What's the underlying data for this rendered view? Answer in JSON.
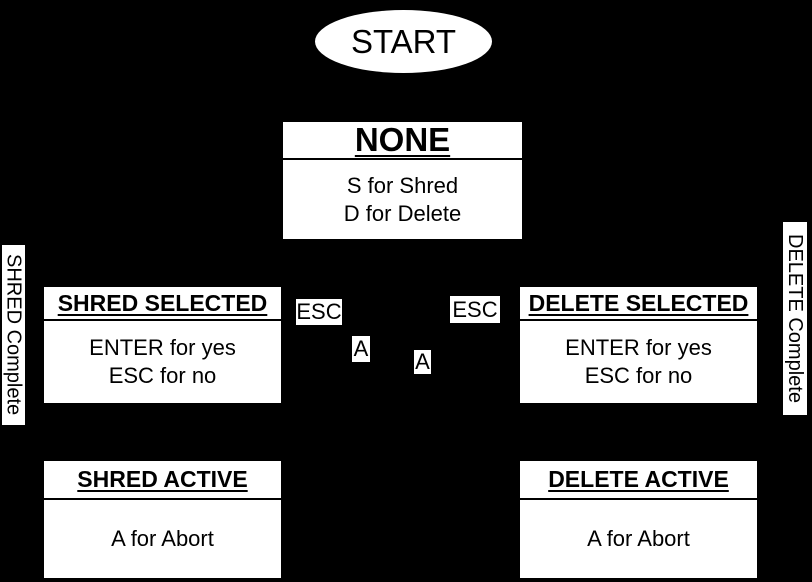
{
  "diagram": {
    "colors": {
      "background": "#000000",
      "node_fill": "#ffffff",
      "text": "#000000"
    },
    "start": {
      "label": "START"
    },
    "states": [
      {
        "id": "none",
        "title": "NONE",
        "body": [
          "S for Shred",
          "D for Delete"
        ]
      },
      {
        "id": "shred-selected",
        "title": "SHRED SELECTED",
        "body": [
          "ENTER for yes",
          "ESC for no"
        ]
      },
      {
        "id": "delete-selected",
        "title": "DELETE SELECTED",
        "body": [
          "ENTER for yes",
          "ESC for no"
        ]
      },
      {
        "id": "shred-active",
        "title": "SHRED ACTIVE",
        "body": [
          "A for Abort"
        ]
      },
      {
        "id": "delete-active",
        "title": "DELETE ACTIVE",
        "body": [
          "A for Abort"
        ]
      }
    ],
    "edge_labels": [
      {
        "id": "esc-left",
        "text": "ESC"
      },
      {
        "id": "esc-right",
        "text": "ESC"
      },
      {
        "id": "a-left",
        "text": "A"
      },
      {
        "id": "a-right",
        "text": "A"
      }
    ],
    "side_labels": [
      {
        "id": "shred-complete",
        "text": "SHRED Complete"
      },
      {
        "id": "delete-complete",
        "text": "DELETE Complete"
      }
    ]
  }
}
